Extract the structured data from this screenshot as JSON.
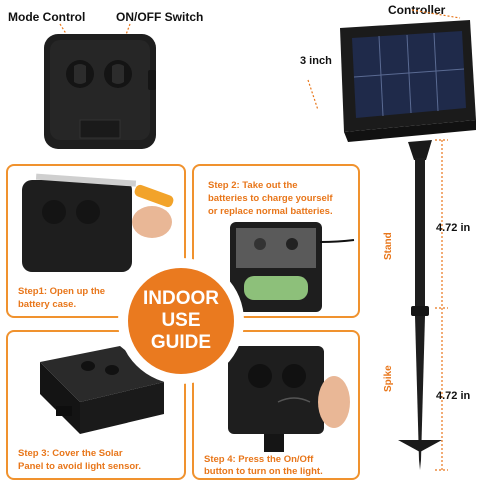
{
  "labels": {
    "mode_control": "Mode Control",
    "on_off_switch": "ON/OFF Switch",
    "controller": "Controller",
    "width": "3 inch",
    "stand": "Stand",
    "spike": "Spike",
    "stand_length": "4.72 in",
    "spike_length": "4.72 in"
  },
  "steps": {
    "step1_line1": "Step1:  Open up the",
    "step1_line2": "battery case.",
    "step2_line1": "Step 2: Take out the",
    "step2_line2": "batteries to charge yourself",
    "step2_line3": "or replace normal batteries.",
    "step3_line1": "Step 3:  Cover the Solar",
    "step3_line2": "Panel to avoid light sensor.",
    "step4_line1": "Step 4:   Press the On/Off",
    "step4_line2": "button to turn on the light."
  },
  "badge": {
    "line1": "INDOOR",
    "line2": "USE",
    "line3": "GUIDE"
  },
  "colors": {
    "accent": "#e8761a",
    "border": "#f0922e",
    "badge_bg": "#ea7a1f",
    "device": "#1c1c1c"
  }
}
